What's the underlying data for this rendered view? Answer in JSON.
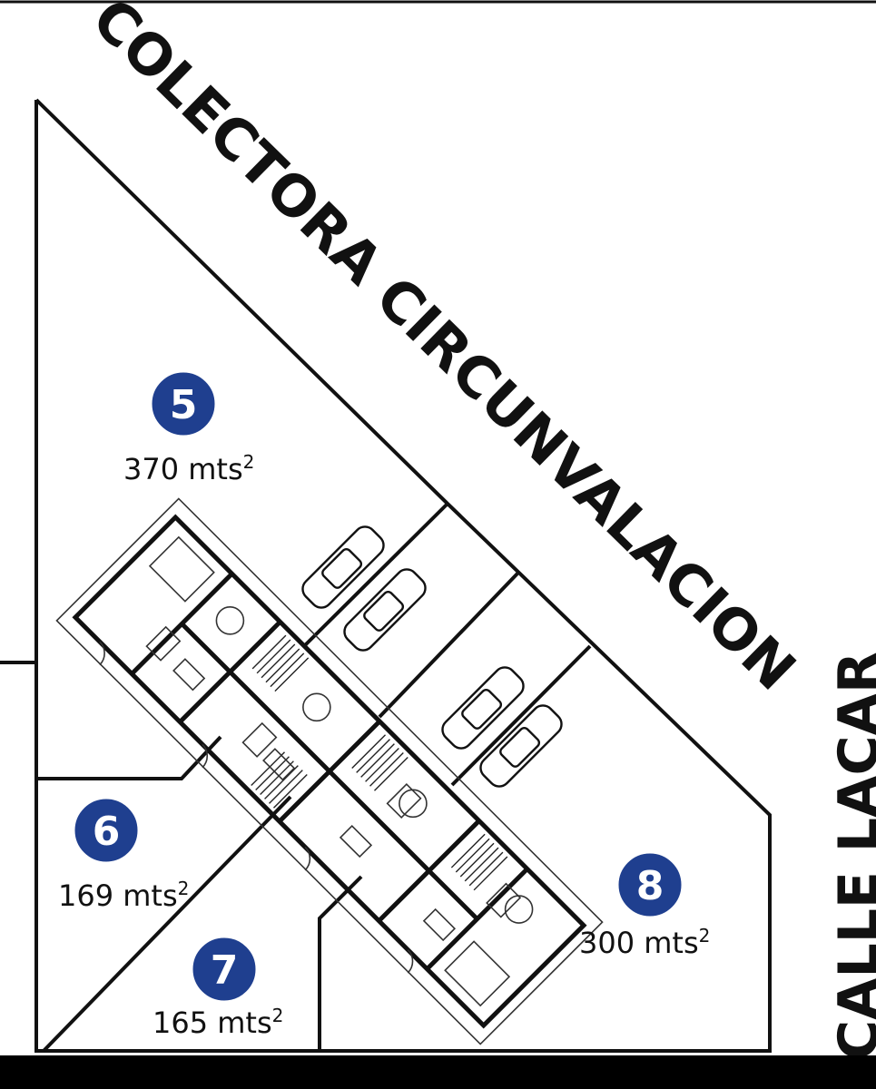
{
  "streets": {
    "north": "COLECTORA CIRCUNVALACION",
    "east": "CALLE LACAR"
  },
  "lots": [
    {
      "number": "5",
      "area": "370 mts",
      "unit_sup": "2"
    },
    {
      "number": "6",
      "area": "169 mts",
      "unit_sup": "2"
    },
    {
      "number": "7",
      "area": "165 mts",
      "unit_sup": "2"
    },
    {
      "number": "8",
      "area": "300 mts",
      "unit_sup": "2"
    }
  ],
  "colors": {
    "badge": "#1f3f8f",
    "lines": "#111111",
    "bottom_band": "#000000"
  }
}
